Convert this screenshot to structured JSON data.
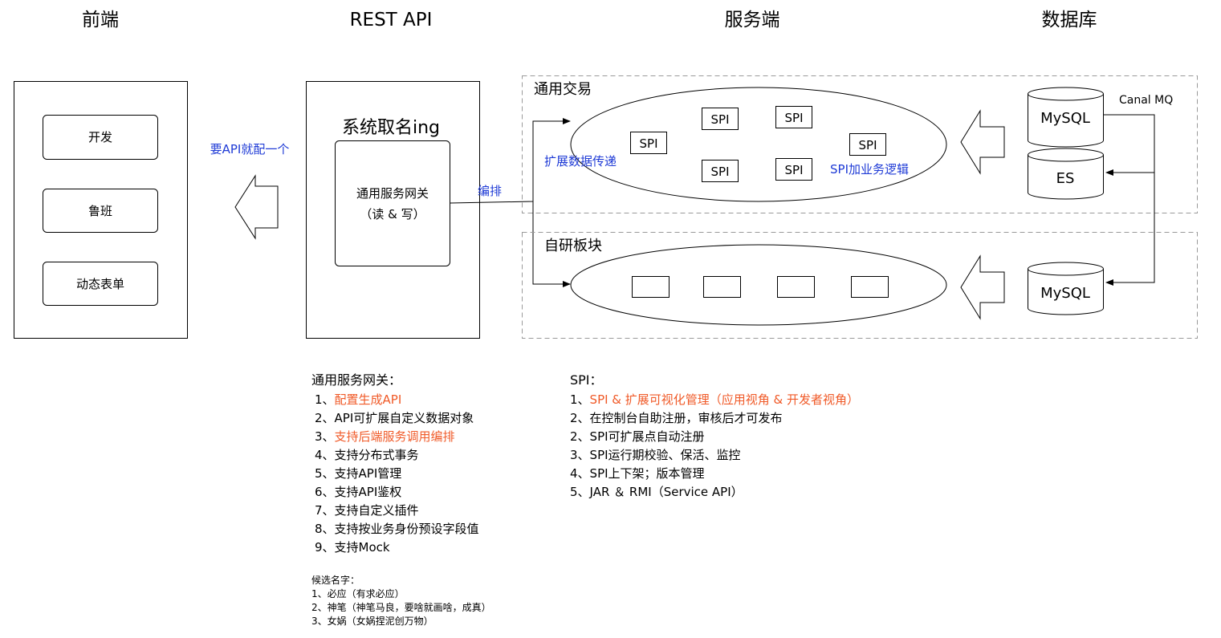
{
  "colors": {
    "link": "#1f3bd6",
    "highlight": "#f05a28",
    "line": "#000000",
    "dashed": "#999999"
  },
  "headers": {
    "frontend": "前端",
    "rest_api": "REST API",
    "server": "服务端",
    "database": "数据库"
  },
  "frontend": {
    "items": [
      "开发",
      "鲁班",
      "动态表单"
    ]
  },
  "arrow_label_api": "要API就配一个",
  "rest": {
    "system_name": "系统取名ing",
    "gateway_line1": "通用服务网关",
    "gateway_line2": "（读 & 写）"
  },
  "orchestrate_label": "编排",
  "server_panel": {
    "general_title": "通用交易",
    "extend_label": "扩展数据传递",
    "spi_label": "SPI",
    "spi_business_label": "SPI加业务逻辑",
    "self_title": "自研板块"
  },
  "db": {
    "mysql": "MySQL",
    "es": "ES",
    "canal": "Canal MQ"
  },
  "gateway_notes": {
    "title": "通用服务网关：",
    "items": [
      {
        "num": "1、",
        "text": "配置生成API",
        "highlight": true
      },
      {
        "num": "2、",
        "text": "API可扩展自定义数据对象",
        "highlight": false
      },
      {
        "num": "3、",
        "text": "支持后端服务调用编排",
        "highlight": true
      },
      {
        "num": "4、",
        "text": "支持分布式事务",
        "highlight": false
      },
      {
        "num": "5、",
        "text": "支持API管理",
        "highlight": false
      },
      {
        "num": "6、",
        "text": "支持API鉴权",
        "highlight": false
      },
      {
        "num": "7、",
        "text": "支持自定义插件",
        "highlight": false
      },
      {
        "num": "8、",
        "text": "支持按业务身份预设字段值",
        "highlight": false
      },
      {
        "num": "9、",
        "text": "支持Mock",
        "highlight": false
      }
    ]
  },
  "spi_notes": {
    "title": "SPI：",
    "items": [
      {
        "num": "1、",
        "text": "SPI & 扩展可视化管理（应用视角 & 开发者视角）",
        "highlight": true
      },
      {
        "num": "2、",
        "text": "在控制台自助注册，审核后才可发布",
        "highlight": false
      },
      {
        "num": "2、",
        "text": "SPI可扩展点自动注册",
        "highlight": false
      },
      {
        "num": "3、",
        "text": "SPI运行期校验、保活、监控",
        "highlight": false
      },
      {
        "num": "4、",
        "text": "SPI上下架；版本管理",
        "highlight": false
      },
      {
        "num": "5、",
        "text": "JAR ＆ RMI（Service API）",
        "highlight": false
      }
    ]
  },
  "candidate_names": {
    "title": "候选名字：",
    "items": [
      "1、必应（有求必应）",
      "2、神笔（神笔马良，要啥就画啥，成真）",
      "3、女娲（女娲捏泥创万物）"
    ]
  }
}
